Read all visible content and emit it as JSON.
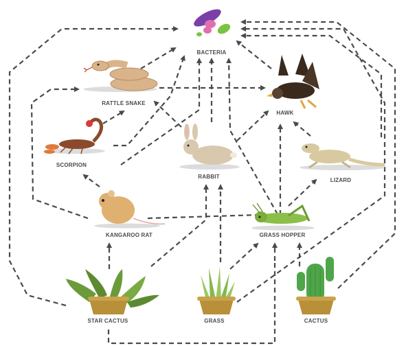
{
  "organisms": {
    "bacteria": "BACTERIA",
    "rattle_snake": "RATTLE SNAKE",
    "hawk": "HAWK",
    "scorpion": "SCORPION",
    "rabbit": "RABBIT",
    "lizard": "LIZARD",
    "kangaroo_rat": "KANGAROO RAT",
    "grass_hopper": "GRASS HOPPER",
    "star_cactus": "STAR CACTUS",
    "grass": "GRASS",
    "cactus": "CACTUS"
  },
  "colors": {
    "arrow": "#4a4a4a",
    "label": "#4a4a4a",
    "bacteria_purple": "#7b3fa8",
    "plant_green": "#6b9a3a",
    "pot_brown": "#b8903a",
    "hawk_brown": "#3a2a1e",
    "animal_tan": "#d9b48a",
    "ground_shadow": "#dcdcdc"
  }
}
